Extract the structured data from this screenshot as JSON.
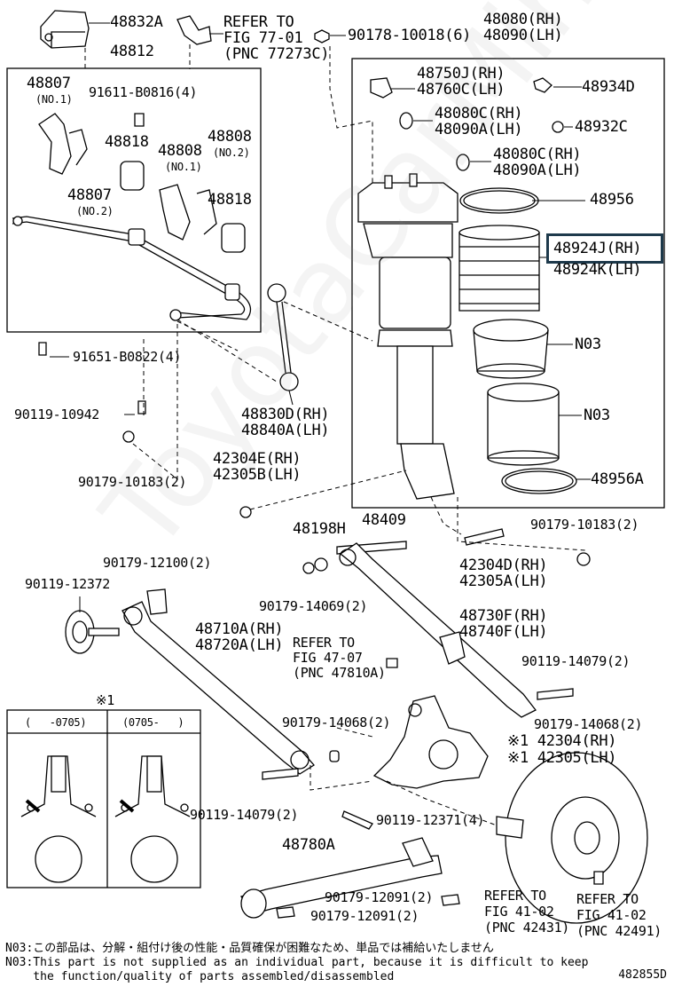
{
  "labels": {
    "p48832A": "48832A",
    "p48812": "48812",
    "refer77": "REFER TO\nFIG 77-01\n(PNC 77273C)",
    "p90178": "90178-10018(6)",
    "p48080": "48080(RH)\n48090(LH)",
    "p48807a": "48807",
    "p48807a_sub": "(NO.1)",
    "p91611": "91611-B0816(4)",
    "p48818a": "48818",
    "p48808a": "48808",
    "p48808a_sub": "(NO.1)",
    "p48808b": "48808",
    "p48808b_sub": "(NO.2)",
    "p48807b": "48807",
    "p48807b_sub": "(NO.2)",
    "p48818b": "48818",
    "p48750": "48750J(RH)\n48760C(LH)",
    "p48934": "48934D",
    "p48080c1": "48080C(RH)\n48090A(LH)",
    "p48932": "48932C",
    "p48080c2": "48080C(RH)\n48090A(LH)",
    "p48956": "48956",
    "p48924J": "48924J(RH)",
    "p48924K": "48924K(LH)",
    "pN03a": "N03",
    "pN03b": "N03",
    "p48956A": "48956A",
    "p91651": "91651-B0822(4)",
    "p90119_10942": "90119-10942",
    "p48830": "48830D(RH)\n48840A(LH)",
    "p90179_10183a": "90179-10183(2)",
    "p42304E": "42304E(RH)\n42305B(LH)",
    "p48198": "48198H",
    "p48409": "48409",
    "p90179_10183b": "90179-10183(2)",
    "p90179_12100": "90179-12100(2)",
    "p90119_12372": "90119-12372",
    "p42304D": "42304D(RH)\n42305A(LH)",
    "p90179_14069": "90179-14069(2)",
    "p48730": "48730F(RH)\n48740F(LH)",
    "p48710": "48710A(RH)\n48720A(LH)",
    "refer47": "REFER TO\nFIG 47-07\n(PNC 47810A)",
    "p90119_14079a": "90119-14079(2)",
    "p90179_14068a": "90179-14068(2)",
    "p90179_14068b": "90179-14068(2)",
    "p42304": "※1 42304(RH)\n※1 42305(LH)",
    "p90119_14079b": "90119-14079(2)",
    "p90119_12371": "90119-12371(4)",
    "p48780A": "48780A",
    "p90179_12091a": "90179-12091(2)",
    "p90179_12091b": "90179-12091(2)",
    "refer41a": "REFER TO\nFIG 41-02\n(PNC 42431)",
    "refer41b": "REFER TO\nFIG 41-02\n(PNC 42491)"
  },
  "inset": {
    "mark": "※1",
    "col_left": "(   -0705)",
    "col_right": "(0705-   )"
  },
  "notes": {
    "jp": "N03:この部品は、分解・組付け後の性能・品質確保が困難なため、単品では補給いたしません",
    "en1": "N03:This part is not supplied as an individual part, because it is difficult to keep",
    "en2": "    the function/quality of parts assembled/disassembled"
  },
  "drawing_code": "482855D",
  "colors": {
    "highlight_border": "#1e3a4c",
    "line": "#000000"
  }
}
